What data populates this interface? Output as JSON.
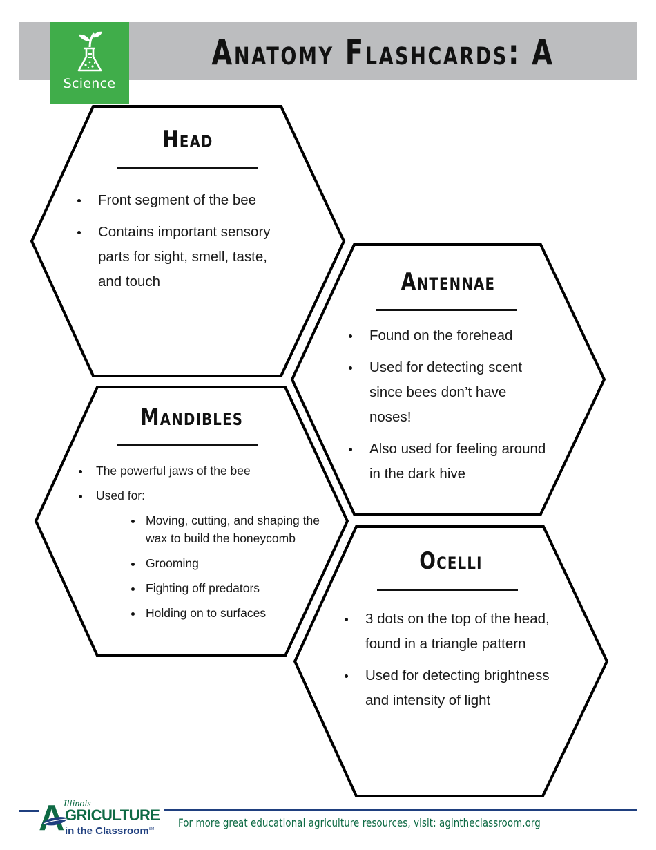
{
  "header": {
    "title": "Anatomy Flashcards: A",
    "badge": {
      "label": "Science",
      "icon": "flask-sprout-icon",
      "color": "#40ad4a"
    },
    "band_color": "#bcbdbf"
  },
  "cards": [
    {
      "title": "Head",
      "bullets": [
        "Front segment of the bee",
        "Contains important sensory parts for sight, smell, taste, and touch"
      ]
    },
    {
      "title": "Antennae",
      "bullets": [
        "Found on the forehead",
        "Used for detecting scent since bees don’t have noses!",
        "Also used for feeling around in the dark hive"
      ]
    },
    {
      "title": "Mandibles",
      "bullets": [
        "The powerful jaws of the bee",
        "Used for:"
      ],
      "sub_bullets": [
        "Moving, cutting, and shaping the wax to build the honeycomb",
        "Grooming",
        "Fighting off predators",
        "Holding on to surfaces"
      ]
    },
    {
      "title": "Ocelli",
      "bullets": [
        "3 dots on the top of the head, found in a triangle pattern",
        "Used for detecting brightness and intensity of light"
      ]
    }
  ],
  "footer": {
    "logo": {
      "line1": "Illinois",
      "line2_initial": "A",
      "line2_rest": "GRICULTURE",
      "line3": "in the Classroom",
      "mark": "SM",
      "green": "#0e6a44",
      "blue": "#1f3f7f"
    },
    "text": "For more great educational agriculture resources, visit: agintheclassroom.org"
  }
}
